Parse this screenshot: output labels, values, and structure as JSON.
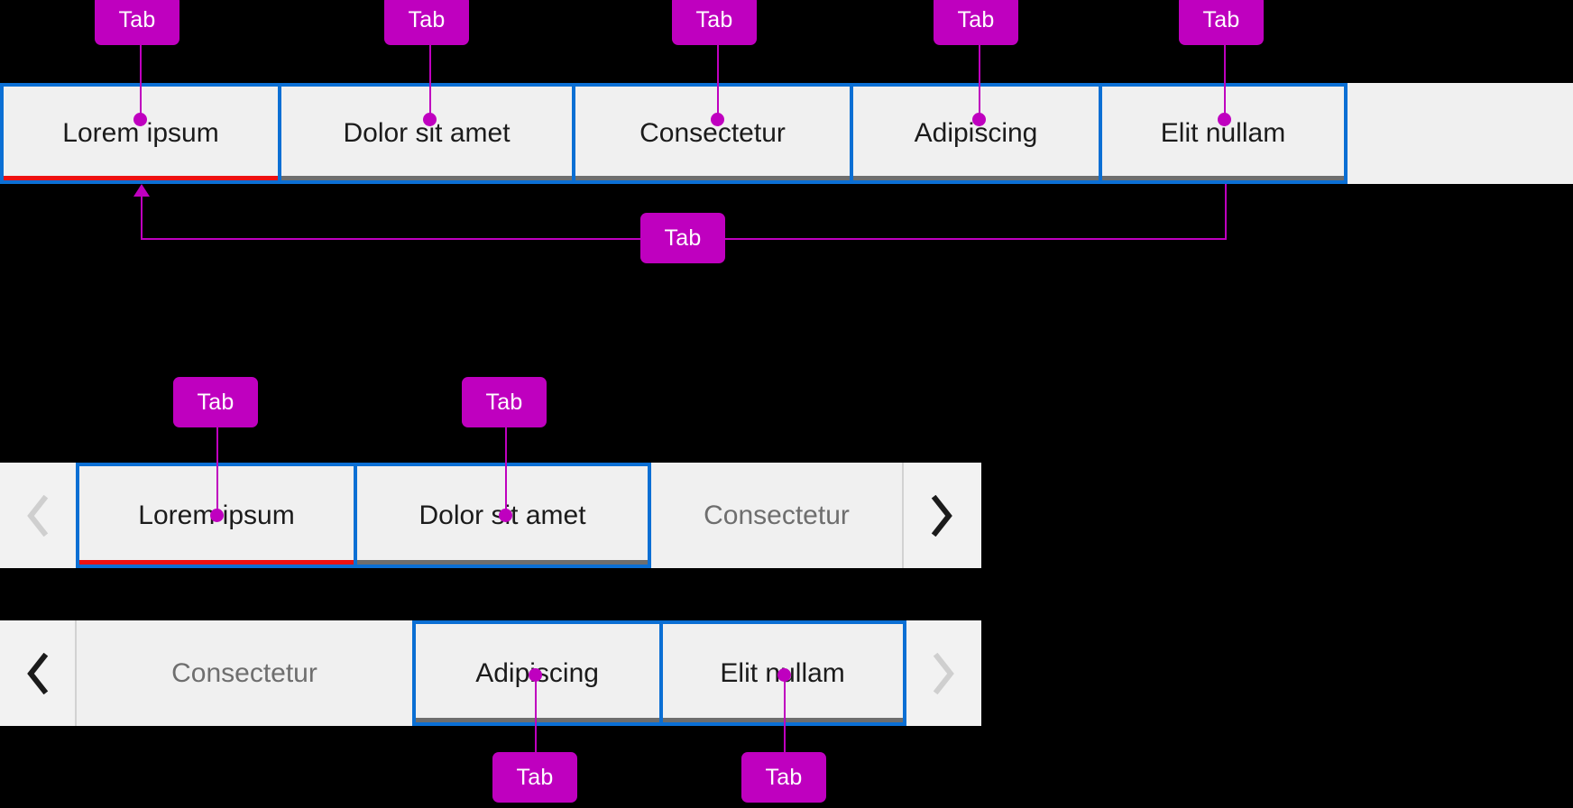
{
  "page": {
    "background": "#000000",
    "accent_blue": "#0B6FD4",
    "active_underline": "#EE1111",
    "idle_underline": "#6E6E6E",
    "annotation_color": "#BF00BF",
    "strip_background": "#F0F0F0"
  },
  "annotation": {
    "label": "Tab"
  },
  "strip1": {
    "name": "tab-strip-overflow-none",
    "tabs": [
      {
        "label": "Lorem ipsum",
        "state": "active-focused",
        "bordered": true,
        "underline": "active"
      },
      {
        "label": "Dolor sit amet",
        "state": "focused",
        "bordered": true,
        "underline": "idle"
      },
      {
        "label": "Consectetur",
        "state": "focused",
        "bordered": true,
        "underline": "idle"
      },
      {
        "label": "Adipiscing",
        "state": "focused",
        "bordered": true,
        "underline": "idle"
      },
      {
        "label": "Elit nullam",
        "state": "focused",
        "bordered": true,
        "underline": "idle"
      }
    ]
  },
  "strip2": {
    "name": "tab-strip-scrolled-start",
    "scroll_prev": {
      "icon": "chevron-left-icon",
      "enabled": false
    },
    "scroll_next": {
      "icon": "chevron-right-icon",
      "enabled": true
    },
    "tabs": [
      {
        "label": "Lorem ipsum",
        "state": "active-focused",
        "bordered": true,
        "underline": "active"
      },
      {
        "label": "Dolor sit amet",
        "state": "focused",
        "bordered": true,
        "underline": "idle"
      },
      {
        "label": "Consectetur",
        "state": "clipped",
        "bordered": false,
        "underline": "none"
      }
    ]
  },
  "strip3": {
    "name": "tab-strip-scrolled-end",
    "scroll_prev": {
      "icon": "chevron-left-icon",
      "enabled": true
    },
    "scroll_next": {
      "icon": "chevron-right-icon",
      "enabled": false
    },
    "tabs": [
      {
        "label": "Consectetur",
        "state": "clipped",
        "bordered": false,
        "underline": "none"
      },
      {
        "label": "Adipiscing",
        "state": "focused",
        "bordered": true,
        "underline": "idle"
      },
      {
        "label": "Elit nullam",
        "state": "focused",
        "bordered": true,
        "underline": "idle"
      }
    ]
  },
  "callouts": {
    "s1_t0": "Tab",
    "s1_t1": "Tab",
    "s1_t2": "Tab",
    "s1_t3": "Tab",
    "s1_t4": "Tab",
    "s1_strip": "Tab",
    "s2_t0": "Tab",
    "s2_t1": "Tab",
    "s3_t1": "Tab",
    "s3_t2": "Tab"
  }
}
